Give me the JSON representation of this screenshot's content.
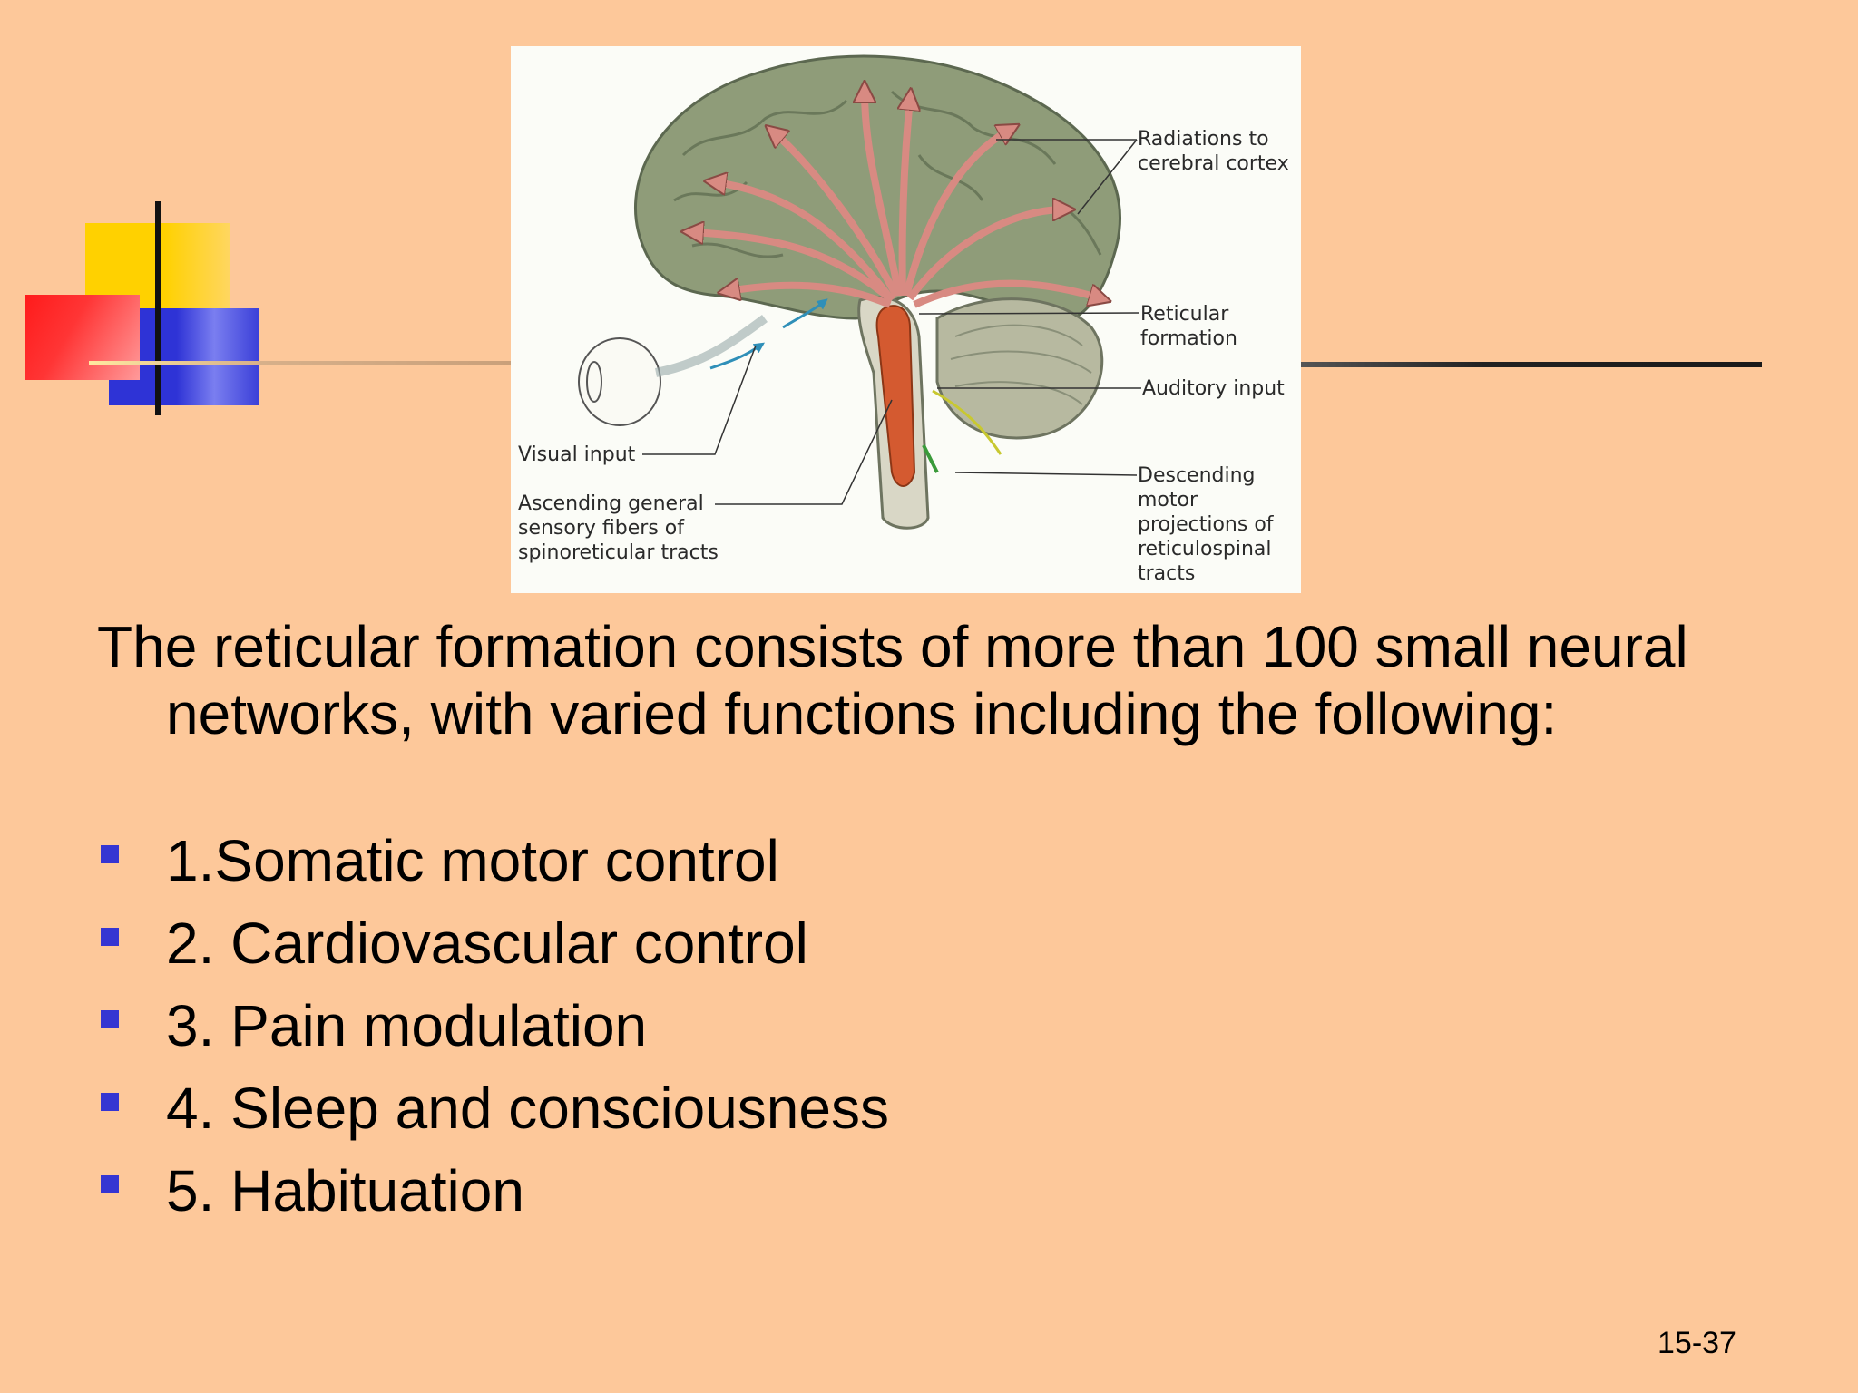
{
  "figure": {
    "labels": {
      "radiations": "Radiations to\ncerebral cortex",
      "reticular": "Reticular\nformation",
      "auditory": "Auditory input",
      "descending": "Descending\nmotor\nprojections of\nreticulospinal\ntracts",
      "visual": "Visual input",
      "ascending": "Ascending general\nsensory fibers of\nspinoreticular tracts"
    }
  },
  "content": {
    "intro": "The reticular formation consists of more than 100 small neural networks, with varied functions including the following:",
    "bullets": [
      "1.Somatic motor control",
      "2. Cardiovascular control",
      "3. Pain modulation",
      "4. Sleep and consciousness",
      "5. Habituation"
    ]
  },
  "footer": {
    "page_number": "15-37"
  },
  "colors": {
    "background": "#fdc89a",
    "bullet": "#3535d2"
  }
}
